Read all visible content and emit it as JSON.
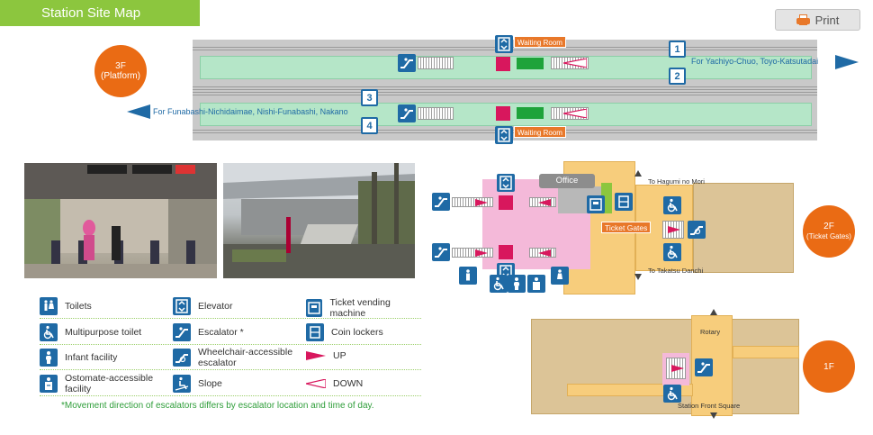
{
  "header": {
    "title": "Station Site Map",
    "print_label": "Print"
  },
  "floors": {
    "platform": {
      "line1": "3F",
      "line2": "(Platform)"
    },
    "ticket_gates": {
      "line1": "2F",
      "line2": "(Ticket Gates)"
    },
    "ground": {
      "line1": "1F"
    }
  },
  "platform_map": {
    "waiting_room_top": "Waiting Room",
    "waiting_room_bottom": "Waiting Room",
    "track_1": "1",
    "track_2": "2",
    "track_3": "3",
    "track_4": "4",
    "dest_east": "For Yachiyo-Chuo, Toyo-Katsutadai",
    "dest_west": "For Funabashi-Nichidaimae, Nishi-Funabashi, Nakano"
  },
  "map_2f": {
    "office": "Office",
    "ticket_gates": "Ticket Gates",
    "to_north": "To Hagumi no Mori",
    "to_south": "To Takatsu Danchi"
  },
  "map_1f": {
    "rotary": "Rotary",
    "front_square": "Station Front Square"
  },
  "legend": {
    "toilets": "Toilets",
    "multipurpose_toilet": "Multipurpose toilet",
    "infant_facility": "Infant facility",
    "ostomate": "Ostomate-accessible facility",
    "elevator": "Elevator",
    "escalator": "Escalator *",
    "wheelchair_escalator": "Wheelchair-accessible escalator",
    "slope": "Slope",
    "ticket_machine": "Ticket vending machine",
    "coin_lockers": "Coin lockers",
    "up": "UP",
    "down": "DOWN"
  },
  "note": "*Movement direction of escalators differs by escalator location and time of day.",
  "colors": {
    "brand_green": "#8cc63e",
    "floor_orange": "#ea6b14",
    "icon_blue": "#1f6aa5",
    "up_pink": "#d8175d",
    "platform_green": "#b5e6c8",
    "concourse_tan": "#f7cd7c"
  }
}
